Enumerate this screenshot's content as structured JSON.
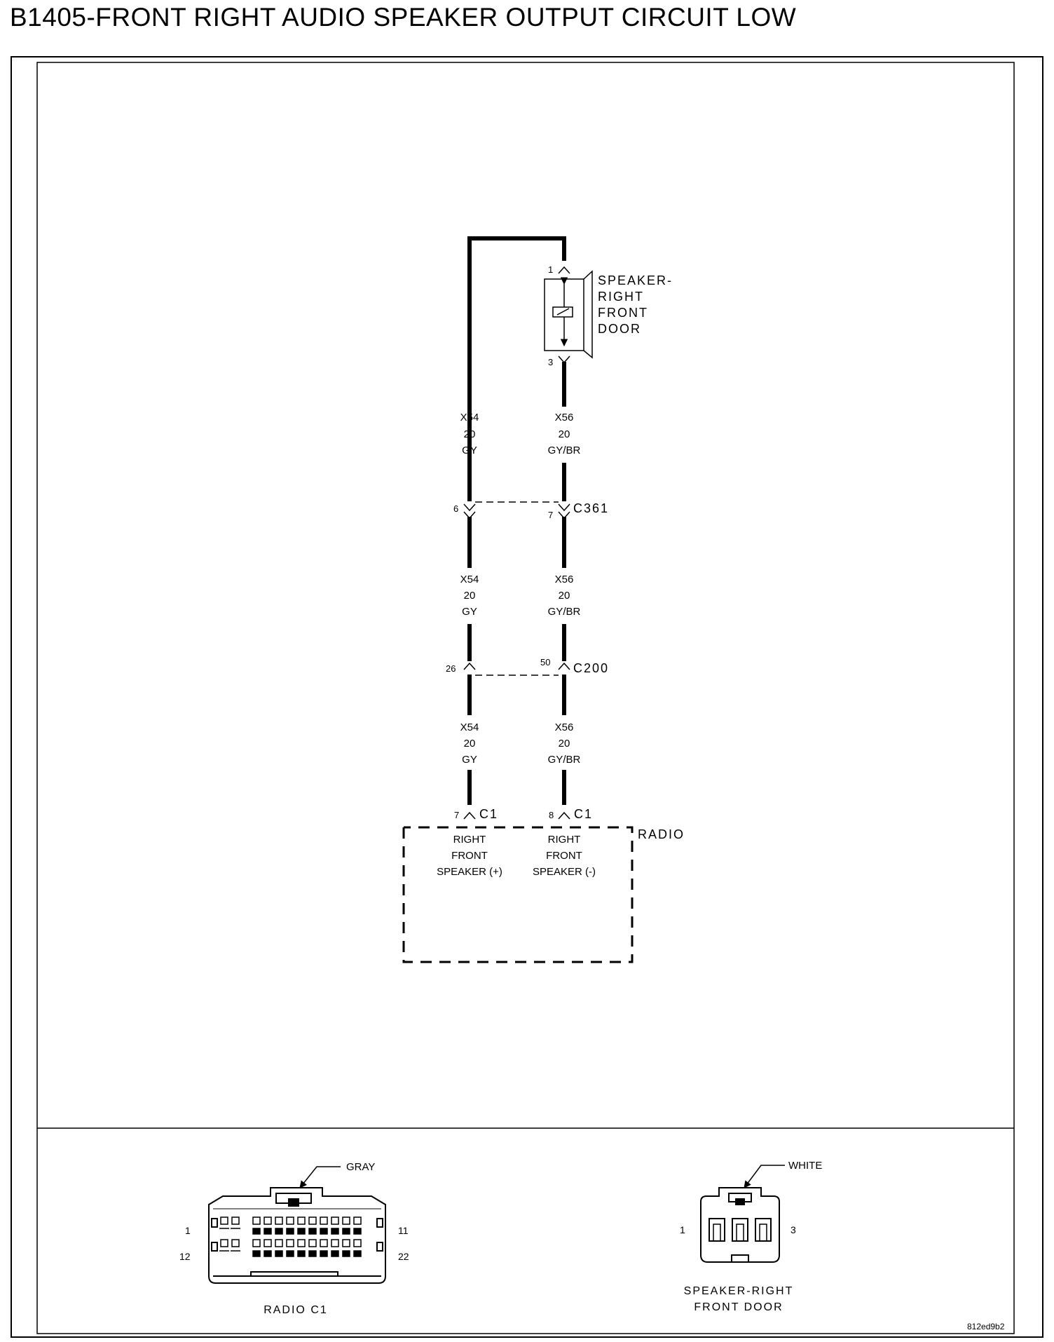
{
  "title": "B1405-FRONT RIGHT AUDIO SPEAKER OUTPUT CIRCUIT LOW",
  "speaker": {
    "label_lines": [
      "SPEAKER-",
      "RIGHT",
      "FRONT",
      "DOOR"
    ],
    "pin_top": "1",
    "pin_bottom": "3"
  },
  "wires": {
    "left": {
      "circuit": "X54",
      "gauge": "20",
      "color": "GY"
    },
    "right": {
      "circuit": "X56",
      "gauge": "20",
      "color": "GY/BR"
    }
  },
  "connectors": {
    "c361": {
      "name": "C361",
      "pin_left": "6",
      "pin_right": "7"
    },
    "c200": {
      "name": "C200",
      "pin_left": "26",
      "pin_right": "50"
    }
  },
  "radio": {
    "name": "RADIO",
    "pin_left": "7",
    "pin_right": "8",
    "conn_left": "C1",
    "conn_right": "C1",
    "func_left": [
      "RIGHT",
      "FRONT",
      "SPEAKER (+)"
    ],
    "func_right": [
      "RIGHT",
      "FRONT",
      "SPEAKER (-)"
    ]
  },
  "connector_views": {
    "radio_c1": {
      "color": "GRAY",
      "name": "RADIO C1",
      "pin_tl": "1",
      "pin_tr": "11",
      "pin_bl": "12",
      "pin_br": "22"
    },
    "speaker": {
      "color": "WHITE",
      "name_lines": [
        "SPEAKER-RIGHT",
        "FRONT DOOR"
      ],
      "pin_left": "1",
      "pin_right": "3"
    }
  },
  "drawing_id": "812ed9b2"
}
